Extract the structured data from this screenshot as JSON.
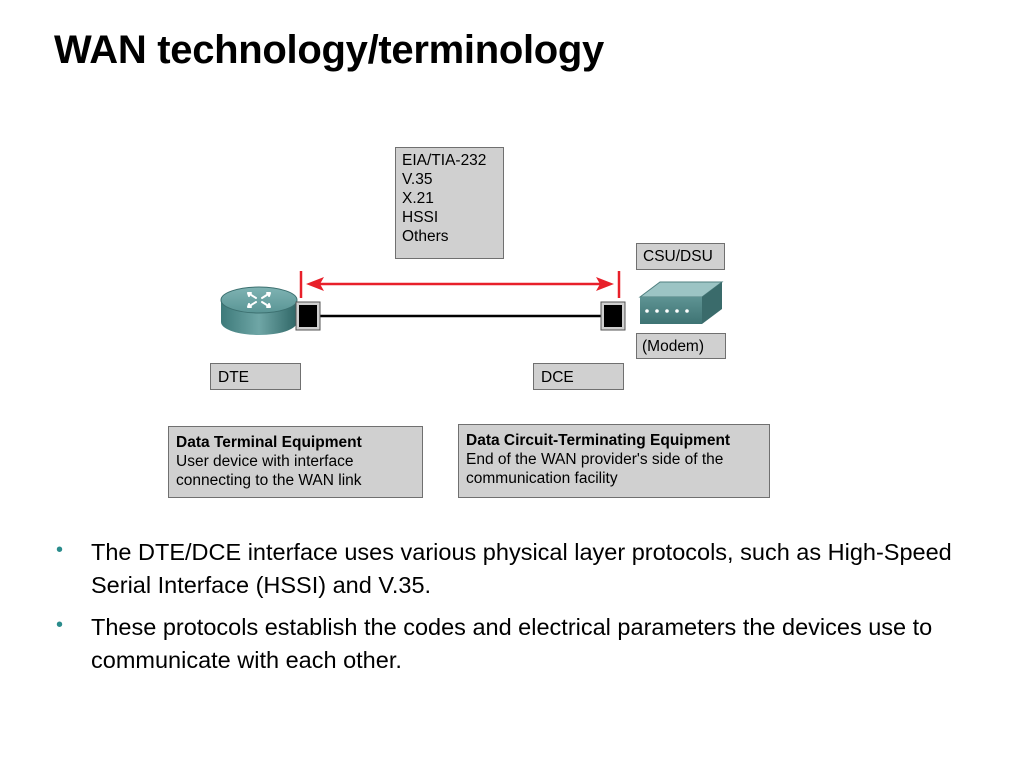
{
  "slide": {
    "title": "WAN technology/terminology"
  },
  "diagram": {
    "protocols": {
      "items": [
        "EIA/TIA-232",
        "V.35",
        "X.21",
        "HSSI",
        "Others"
      ]
    },
    "csu_dsu_label": "CSU/DSU",
    "modem_label": "(Modem)",
    "dte_label": "DTE",
    "dce_label": "DCE",
    "dte_description": {
      "heading": "Data Terminal Equipment",
      "line1": "User device with interface",
      "line2": "connecting to the WAN link"
    },
    "dce_description": {
      "heading": "Data Circuit-Terminating Equipment",
      "line1": "End of the WAN provider's side of the",
      "line2": "communication facility"
    },
    "colors": {
      "arrow": "#e8202a",
      "box_fill": "#d0d0d0",
      "router": "#4f8c8c",
      "modem": "#6a9c9c",
      "bullet": "#2a8c8c"
    }
  },
  "bullets": [
    "The DTE/DCE interface uses various physical layer protocols, such as High-Speed Serial Interface (HSSI) and V.35.",
    "These protocols establish the codes and electrical parameters the devices use to communicate with each other."
  ]
}
